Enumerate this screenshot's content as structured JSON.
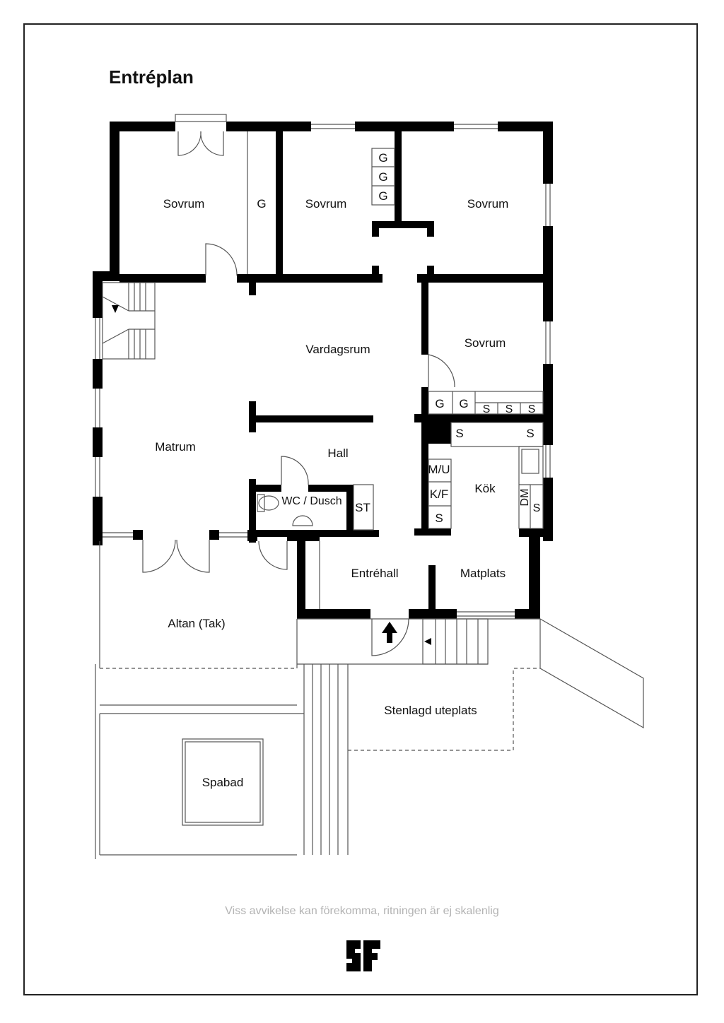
{
  "title": "Entréplan",
  "rooms": {
    "sovrum_1": "Sovrum",
    "g_closet_1": "G",
    "sovrum_2": "Sovrum",
    "g_stack_1": "G",
    "g_stack_2": "G",
    "g_stack_3": "G",
    "sovrum_3": "Sovrum",
    "vardagsrum": "Vardagsrum",
    "sovrum_4": "Sovrum",
    "g_a": "G",
    "g_b": "G",
    "s_1": "S",
    "s_2": "S",
    "s_3": "S",
    "matrum": "Matrum",
    "hall": "Hall",
    "wc_dusch": "WC / Dusch",
    "st": "ST",
    "s_kitchen_1": "S",
    "s_kitchen_2": "S",
    "mu": "M/U",
    "kf": "K/F",
    "s_kitchen_3": "S",
    "kok": "Kök",
    "dm": "DM",
    "s_kitchen_4": "S",
    "entrehall": "Entréhall",
    "matplats": "Matplats",
    "altan": "Altan (Tak)",
    "uteplats": "Stenlagd uteplats",
    "spabad": "Spabad"
  },
  "disclaimer": "Viss avvikelse kan förekomma, ritningen är ej skalenlig",
  "colors": {
    "wall": "#000000",
    "line": "#555555",
    "disclaimer": "#b3b3b3"
  }
}
